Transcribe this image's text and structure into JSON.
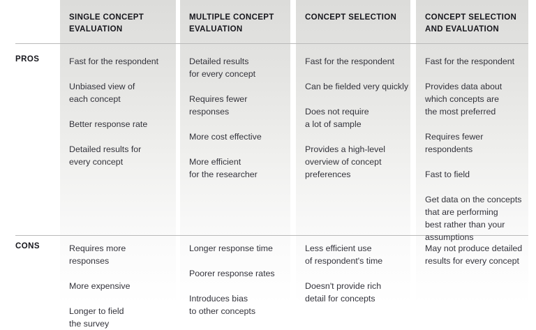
{
  "table": {
    "column_headers": [
      "SINGLE CONCEPT\nEVALUATION",
      "MULTIPLE CONCEPT\nEVALUATION",
      "CONCEPT SELECTION",
      "CONCEPT SELECTION\nAND EVALUATION"
    ],
    "row_labels": {
      "pros": "PROS",
      "cons": "CONS"
    },
    "pros": {
      "single_concept_evaluation": [
        "Fast for the respondent",
        "Unbiased view of\neach concept",
        "Better response rate",
        "Detailed results for\nevery concept"
      ],
      "multiple_concept_evaluation": [
        "Detailed results\nfor every concept",
        "Requires fewer\nresponses",
        "More cost effective",
        "More efficient\nfor the researcher"
      ],
      "concept_selection": [
        "Fast for the respondent",
        "Can be fielded very quickly",
        "Does not require\na lot of sample",
        "Provides a high-level\noverview of concept\npreferences"
      ],
      "concept_selection_and_evaluation": [
        "Fast for the respondent",
        "Provides data about\nwhich concepts are\nthe most preferred",
        "Requires fewer\nrespondents",
        "Fast to field",
        "Get data on the concepts\nthat are performing\nbest rather than your\nassumptions"
      ]
    },
    "cons": {
      "single_concept_evaluation": [
        "Requires more\nresponses",
        "More expensive",
        "Longer to field\nthe survey"
      ],
      "multiple_concept_evaluation": [
        "Longer response time",
        "Poorer response rates",
        "Introduces bias\nto other concepts"
      ],
      "concept_selection": [
        "Less efficient use\nof respondent's time",
        "Doesn't provide rich\ndetail for concepts"
      ],
      "concept_selection_and_evaluation": [
        "May not produce detailed\nresults for every concept"
      ]
    }
  },
  "colors": {
    "column_band_top": "#dcdcda",
    "column_band_bottom": "#ffffff",
    "rule": "#b9b9b9",
    "heading_text": "#16161c",
    "body_text": "#33333b",
    "page_background": "#ffffff"
  }
}
